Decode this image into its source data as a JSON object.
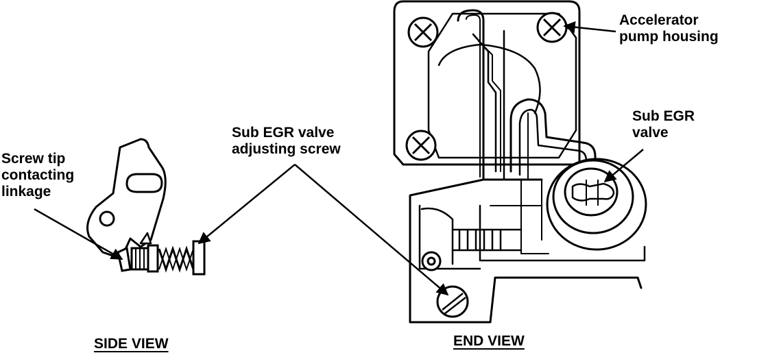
{
  "labels": {
    "accelerator_pump_housing": [
      "Accelerator",
      "pump housing"
    ],
    "sub_egr_valve": [
      "Sub EGR",
      "valve"
    ],
    "adjusting_screw": [
      "Sub EGR valve",
      "adjusting screw"
    ],
    "screw_tip": [
      "Screw tip",
      "contacting",
      "linkage"
    ]
  },
  "captions": {
    "side_view": "SIDE VIEW",
    "end_view": "END VIEW"
  },
  "colors": {
    "ink": "#000000",
    "paper": "#ffffff"
  }
}
